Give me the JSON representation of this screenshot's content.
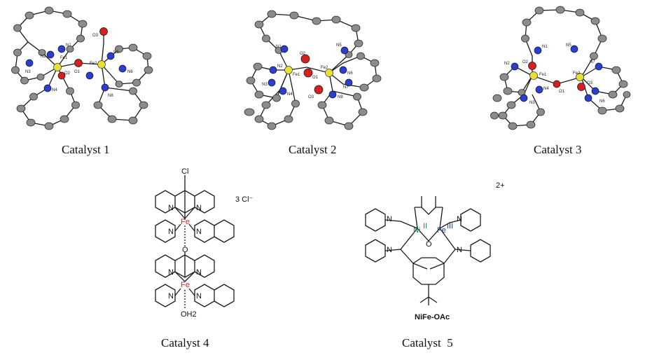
{
  "figure": {
    "panels": [
      {
        "id": "catalyst-1",
        "caption": "Catalyst 1",
        "atom_labels": [
          "N2",
          "N1",
          "Fe1",
          "N3",
          "O2",
          "N4",
          "O1",
          "Fe2",
          "O3",
          "N5",
          "N6",
          "N8"
        ]
      },
      {
        "id": "catalyst-2",
        "caption": "Catalyst 2",
        "atom_labels": [
          "N1",
          "N2",
          "O2",
          "Fe1",
          "N3",
          "N4",
          "O1",
          "N5",
          "Fe2",
          "N6",
          "N7",
          "O3",
          "N8"
        ]
      },
      {
        "id": "catalyst-3",
        "caption": "Catalyst 3",
        "atom_labels": [
          "N1",
          "N5",
          "N2",
          "O2",
          "Fe1",
          "N7",
          "Fe2",
          "N4",
          "O1",
          "O3",
          "N3",
          "N6"
        ]
      },
      {
        "id": "catalyst-4",
        "caption": "Catalyst 4",
        "atoms": {
          "cl": "Cl",
          "fe_top": "Fe",
          "o": "O",
          "fe_bottom": "Fe",
          "n": "N",
          "oh2": "OH2"
        },
        "counterion": "3 Cl⁻"
      },
      {
        "id": "catalyst-5",
        "caption": "Catalyst  5",
        "atoms": {
          "ni": "Ni",
          "ni_ox": "II",
          "fe": "Fe",
          "fe_ox": "III",
          "n": "N",
          "o": "O"
        },
        "charge": "2+",
        "compound_label": "NiFe-OAc"
      }
    ],
    "colors": {
      "iron": "#e8e032",
      "oxygen": "#d42020",
      "nitrogen": "#2a3fd0",
      "carbon": "#8c8c8c",
      "fe_text": "#e0201c",
      "ni_text": "#1f8a6a",
      "fe5_text": "#1a3aa0"
    }
  }
}
